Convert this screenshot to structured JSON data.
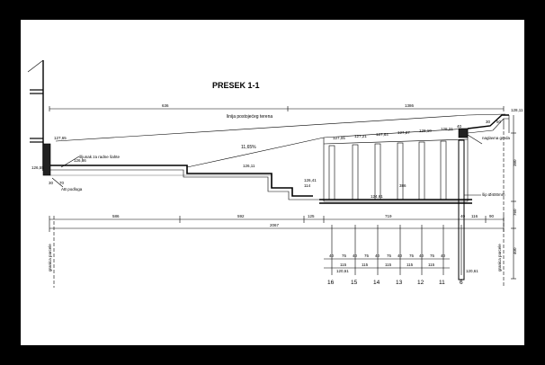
{
  "title": "PRESEK 1-1",
  "labels": {
    "terrain": "linija postojećeg terena",
    "slope": "11,65%",
    "gravel": "šljunak za radne šahte",
    "base": "AB podloga",
    "beam": "naglavna greda",
    "pile": "šip Ø400mm",
    "parcel_left": "granica parcele",
    "parcel_right": "granica parcele"
  },
  "top_dims": {
    "d1": "636",
    "d2": "1386"
  },
  "levels": {
    "l1": "127,65",
    "l2": "126,86",
    "l3": "126,55",
    "l4": "126,11",
    "l5": "126,41",
    "l6": "124,61",
    "l7": "127,05",
    "l8": "127,21",
    "l9": "127,64",
    "l10": "127,87",
    "l11": "128,10",
    "l12": "128,21",
    "l13": "128,11",
    "l14": "120,61",
    "l15": "120,61"
  },
  "small_dims": [
    "30",
    "70",
    "10",
    "10",
    "10",
    "114",
    "30",
    "30",
    "386",
    "30",
    "30",
    "40",
    "40",
    "90"
  ],
  "bottom_dims": {
    "b1": "586",
    "b2": "592",
    "b3": "125",
    "b4": "719",
    "b5": "40",
    "b6": "116",
    "b7": "90",
    "total": "2067"
  },
  "right_dims": {
    "r1": "380",
    "r2": "760",
    "r3": "400"
  },
  "pile_spacing": [
    "40",
    "75",
    "40",
    "75",
    "40",
    "75",
    "40",
    "75",
    "40",
    "75",
    "40",
    "75",
    "40"
  ],
  "pile_spacing2": [
    "115",
    "115",
    "115",
    "115",
    "115",
    "115"
  ],
  "axes": [
    "16",
    "15",
    "14",
    "13",
    "12",
    "11",
    "6"
  ],
  "wall_dims": {
    "w1": "30",
    "w2": "50"
  }
}
